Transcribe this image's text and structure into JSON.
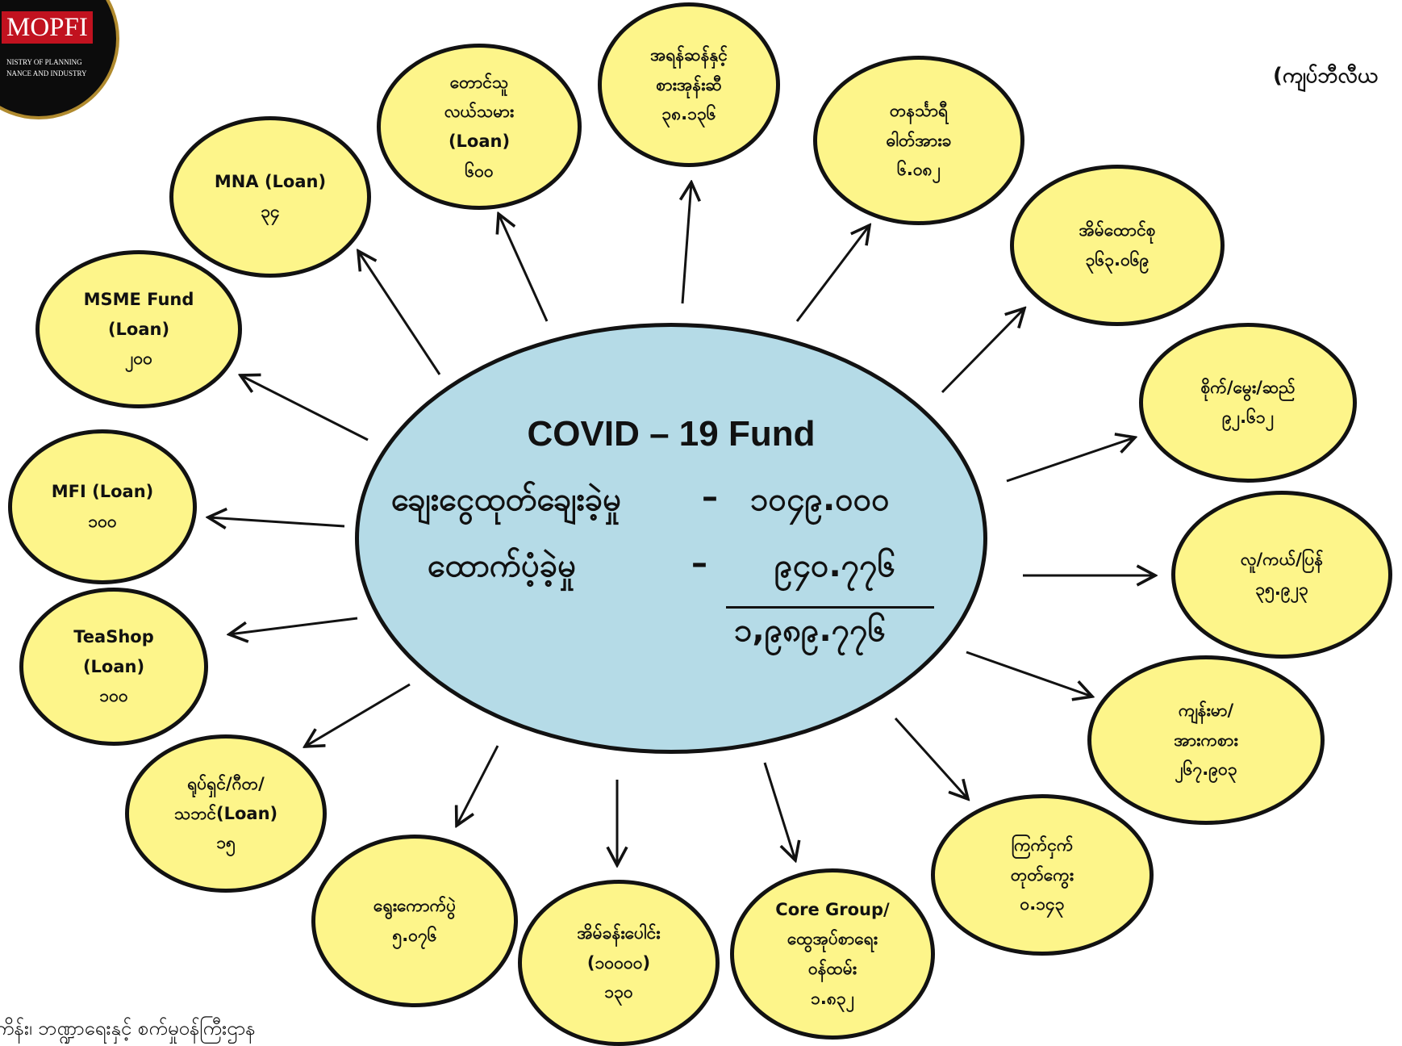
{
  "logo": {
    "name": "MOPFI",
    "line1": "NISTRY OF PLANNING",
    "line2": "NANCE AND INDUSTRY"
  },
  "unit_note": "(ကျပ်ဘီလီယ",
  "source_note": "ကိန်း၊ ဘဏ္ဍာရေးနှင့် စက်မှုဝန်ကြီးဌာန",
  "center": {
    "title": "COVID – 19 Fund",
    "loan_label": "ချေးငွေထုတ်ချေးခဲ့မှု",
    "loan_dash": "–",
    "loan_value": "၁၀၄၉.၀၀၀",
    "support_label": "ထောက်ပံ့ခဲ့မှု",
    "support_dash": "–",
    "support_value": "၉၄၀.၇၇၆",
    "total_value": "၁,၉၈၉.၇၇၆"
  },
  "nodes": [
    {
      "id": "mna",
      "lines": [
        "MNA (Loan)",
        "၃၄"
      ]
    },
    {
      "id": "farmer",
      "lines": [
        "တောင်သူ",
        "လယ်သမား",
        "(Loan)",
        "၆၀၀"
      ]
    },
    {
      "id": "food",
      "lines": [
        "အရန်ဆန်နှင့်",
        "စားအုန်းဆီ",
        "၃၈.၁၃၆"
      ]
    },
    {
      "id": "electricity",
      "lines": [
        "တနင်္သာရီ",
        "ဓါတ်အားခ",
        "၆.၀၈၂"
      ]
    },
    {
      "id": "household",
      "lines": [
        "အိမ်ထောင်စု",
        "၃၆၃.၀၆၉"
      ]
    },
    {
      "id": "agriculture",
      "lines": [
        "စိုက်/မွေး/ဆည်",
        "၉၂.၆၁၂"
      ]
    },
    {
      "id": "social",
      "lines": [
        "လူ/ကယ်/ပြန်",
        "၃၅.၉၂၃"
      ]
    },
    {
      "id": "health",
      "lines": [
        "ကျန်းမာ/",
        "အားကစား",
        "၂၆၇.၉၀၃"
      ]
    },
    {
      "id": "livestock",
      "lines": [
        "ကြက်ငှက်",
        "တုတ်ကွေး",
        "၀.၁၄၃"
      ]
    },
    {
      "id": "coregroup",
      "lines": [
        "Core Group/",
        "ထွေအုပ်စာရေး",
        "ဝန်ထမ်း",
        "၁.၈၃၂"
      ]
    },
    {
      "id": "homeloan",
      "lines": [
        "အိမ်ခန်းပေါင်း",
        "(၁၀၀၀၀)",
        "၁၃၀"
      ]
    },
    {
      "id": "election",
      "lines": [
        "ရွေးကောက်ပွဲ",
        "၅.၀၇၆"
      ]
    },
    {
      "id": "film",
      "lines": [
        "ရုပ်ရှင်/ဂီတ/",
        "သဘင်(Loan)",
        "၁၅"
      ]
    },
    {
      "id": "teashop",
      "lines": [
        "TeaShop",
        "(Loan)",
        "၁၀၀"
      ]
    },
    {
      "id": "mfi",
      "lines": [
        "MFI (Loan)",
        "၁၀၀"
      ]
    },
    {
      "id": "msme",
      "lines": [
        "MSME Fund",
        "(Loan)",
        "၂၀၀"
      ]
    }
  ]
}
